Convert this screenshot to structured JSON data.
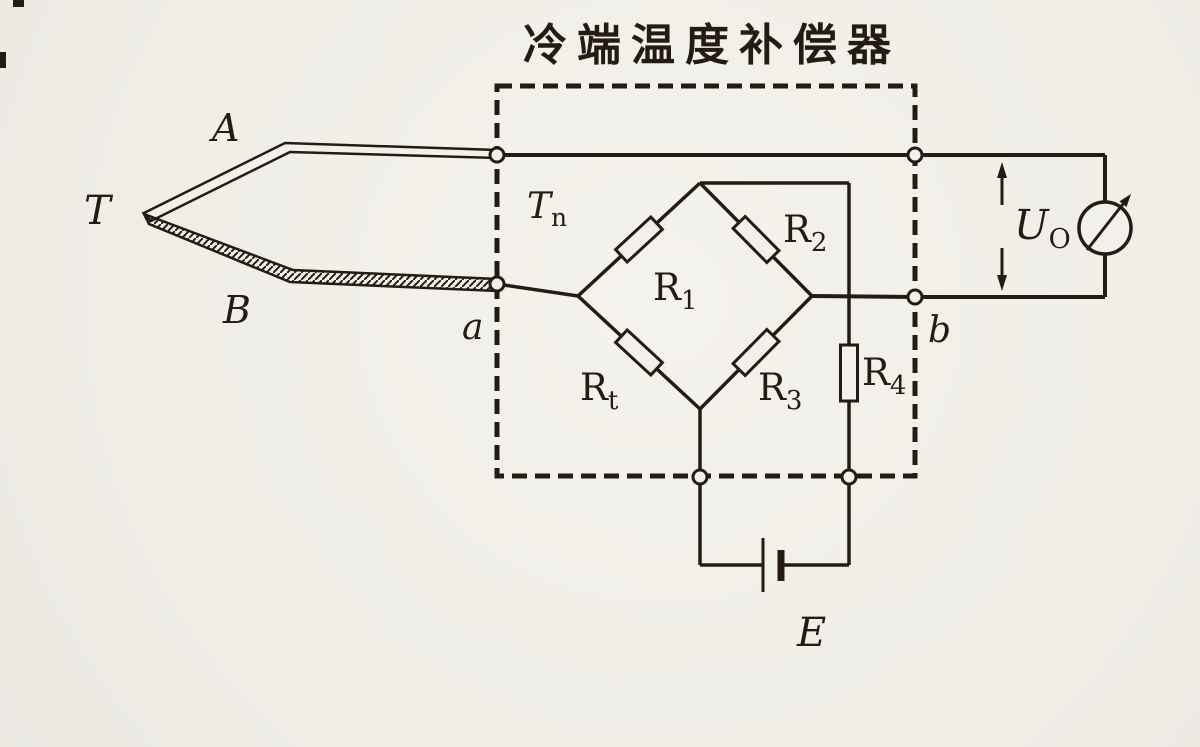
{
  "title": "冷端温度补偿器",
  "labels": {
    "thermo_t": "T",
    "wire_a": "A",
    "wire_b": "B",
    "t_n": {
      "base": "T",
      "sub": "n"
    },
    "node_a": "a",
    "node_b": "b",
    "r1": {
      "base": "R",
      "sub": "1"
    },
    "r2": {
      "base": "R",
      "sub": "2"
    },
    "r3": {
      "base": "R",
      "sub": "3"
    },
    "r4": {
      "base": "R",
      "sub": "4"
    },
    "rt": {
      "base": "R",
      "sub": "t"
    },
    "u_o": {
      "base": "U",
      "sub": "O"
    },
    "battery_e": "E"
  },
  "colors": {
    "ink": "#241c13",
    "paper": "#f2f0ea"
  }
}
